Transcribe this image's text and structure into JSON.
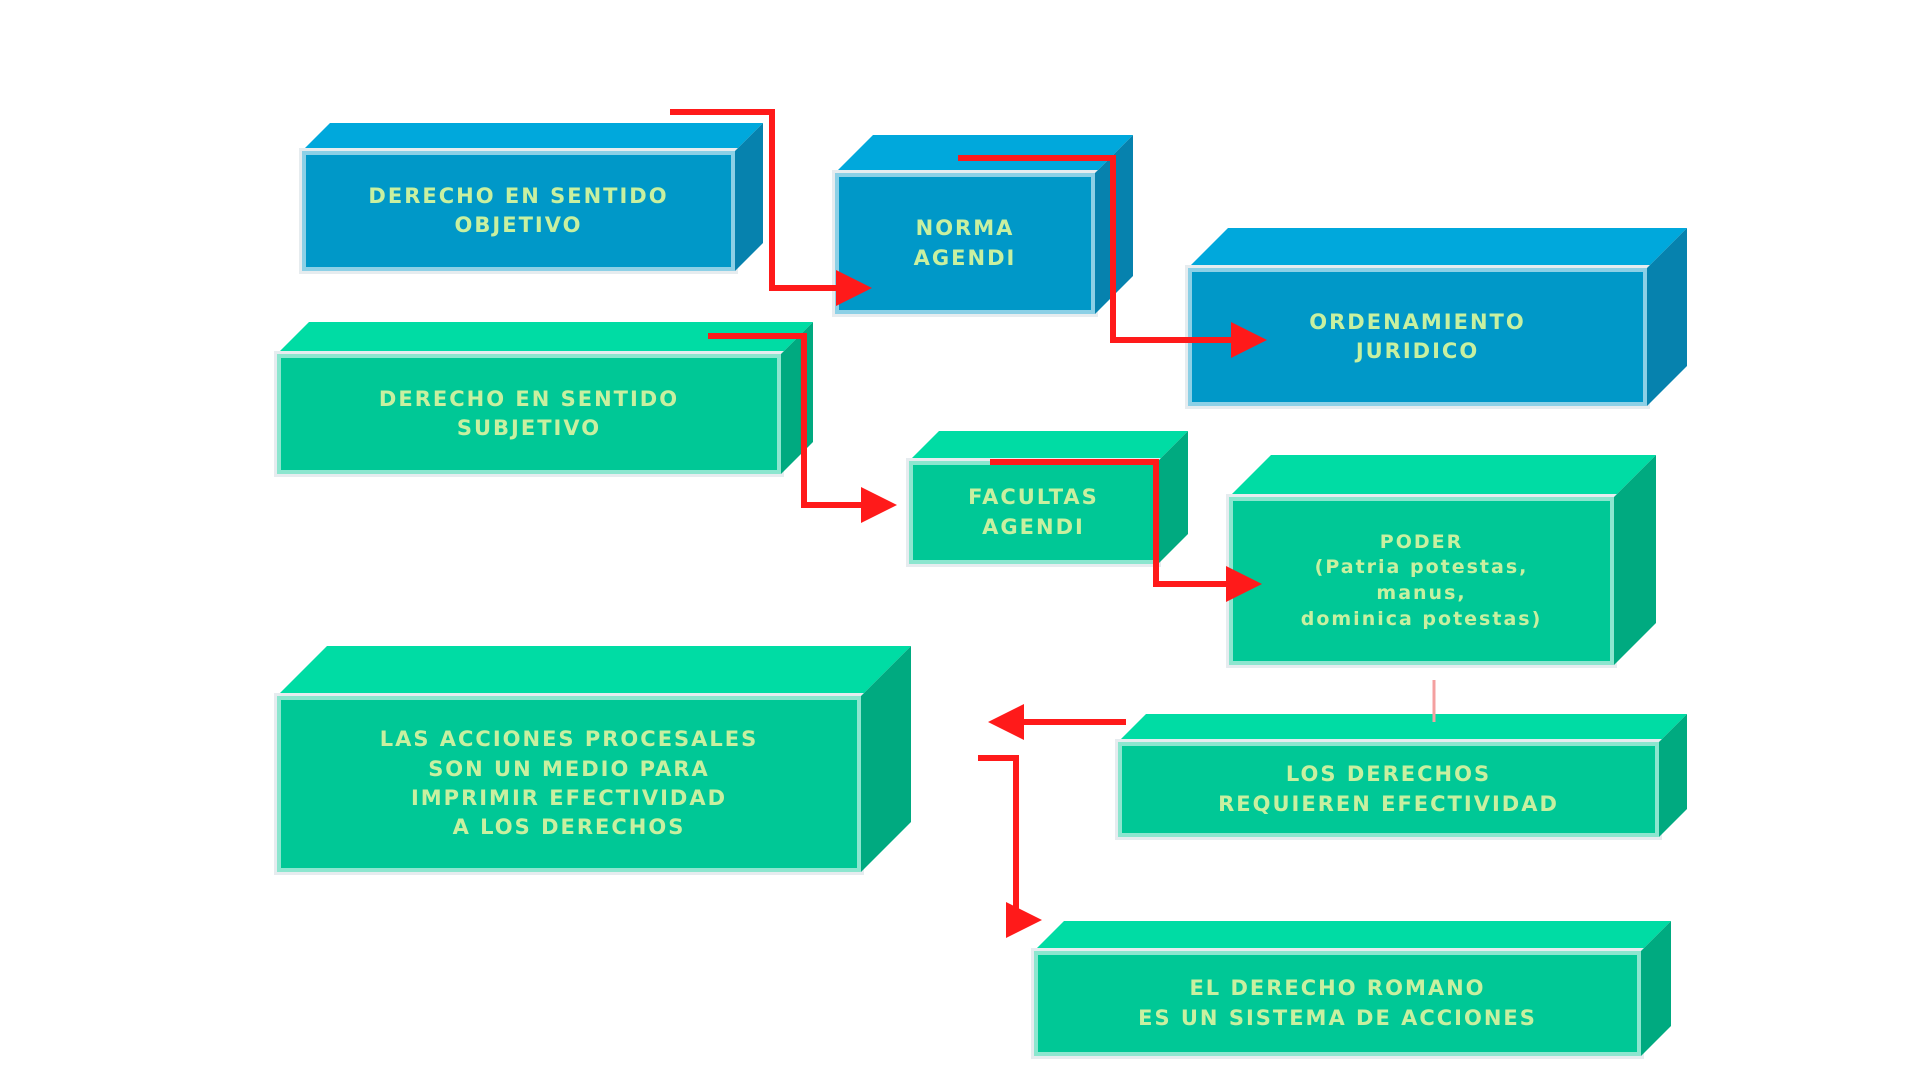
{
  "diagram": {
    "nodes": [
      {
        "id": "derecho-objetivo",
        "label": "DERECHO EN SENTIDO\nOBJETIVO",
        "color": "blue"
      },
      {
        "id": "norma-agendi",
        "label": "NORMA\nAGENDI",
        "color": "blue"
      },
      {
        "id": "ordenamiento-juridico",
        "label": "ORDENAMIENTO\nJURIDICO",
        "color": "blue"
      },
      {
        "id": "derecho-subjetivo",
        "label": "DERECHO EN SENTIDO\nSUBJETIVO",
        "color": "green"
      },
      {
        "id": "facultas-agendi",
        "label": "FACULTAS\nAGENDI",
        "color": "green"
      },
      {
        "id": "poder",
        "label": "PODER\n(Patria potestas,\nmanus,\ndominica potestas)",
        "color": "green"
      },
      {
        "id": "acciones-procesales",
        "label": "LAS ACCIONES PROCESALES\nSON UN MEDIO PARA\nIMPRIMIR EFECTIVIDAD\nA LOS DERECHOS",
        "color": "green"
      },
      {
        "id": "derechos-efectividad",
        "label": "LOS DERECHOS\nREQUIEREN EFECTIVIDAD",
        "color": "green"
      },
      {
        "id": "derecho-romano",
        "label": "EL DERECHO ROMANO\nES UN SISTEMA DE ACCIONES",
        "color": "green"
      }
    ],
    "edges": [
      {
        "from": "derecho-objetivo",
        "to": "norma-agendi"
      },
      {
        "from": "norma-agendi",
        "to": "ordenamiento-juridico"
      },
      {
        "from": "derecho-subjetivo",
        "to": "facultas-agendi"
      },
      {
        "from": "facultas-agendi",
        "to": "poder"
      },
      {
        "from": "poder",
        "to": "derechos-efectividad"
      },
      {
        "from": "derechos-efectividad",
        "to": "acciones-procesales"
      },
      {
        "from": "derechos-efectividad",
        "to": "derecho-romano"
      }
    ],
    "colors": {
      "blue_face": "#0098c8",
      "green_face": "#00c896",
      "arrow": "#ff0000",
      "text": "#c8f0a0"
    }
  }
}
